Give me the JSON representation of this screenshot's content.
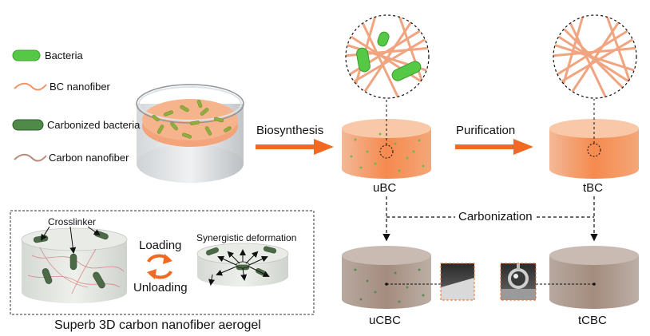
{
  "legend": {
    "bacteria": "Bacteria",
    "bc_nanofiber": "BC nanofiber",
    "carbonized_bacteria": "Carbonized bacteria",
    "carbon_nanofiber": "Carbon nanofiber"
  },
  "arrows": {
    "biosynthesis": "Biosynthesis",
    "purification": "Purification",
    "carbonization": "Carbonization"
  },
  "samples": {
    "ubc": "uBC",
    "tbc": "tBC",
    "ucbc": "uCBC",
    "tcbc": "tCBC"
  },
  "inset": {
    "crosslinker": "Crosslinker",
    "synergistic": "Synergistic deformation",
    "loading": "Loading",
    "unloading": "Unloading",
    "caption": "Superb 3D carbon nanofiber aerogel"
  },
  "colors": {
    "orange": "#f26a21",
    "bacteria_green": "#55c845",
    "carbon_green": "#4f8a48",
    "fiber": "#f0a07a",
    "carbon_fiber": "#c49a86"
  }
}
